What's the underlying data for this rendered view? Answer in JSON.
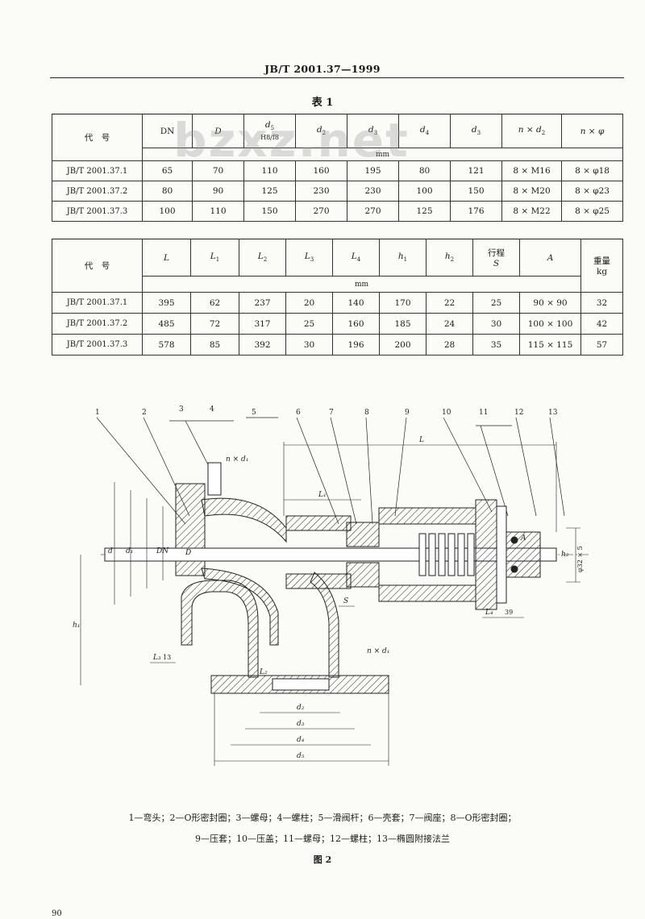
{
  "header": {
    "standard_no": "JB/T 2001.37—1999"
  },
  "table_title": "表 1",
  "watermark": "bzxz.net",
  "table1": {
    "code_header": "代　号",
    "columns": [
      "DN",
      "D",
      "d",
      "d",
      "d",
      "d",
      "d",
      "n × d",
      "n × φ"
    ],
    "subscripts": [
      "",
      "",
      "5",
      "2",
      "3",
      "4",
      "3",
      "2",
      ""
    ],
    "d5_tolerance": "H8/f8",
    "unit": "mm",
    "rows": [
      [
        "JB/T 2001.37.1",
        "65",
        "70",
        "110",
        "160",
        "195",
        "80",
        "121",
        "8 × M16",
        "8 × φ18"
      ],
      [
        "JB/T 2001.37.2",
        "80",
        "90",
        "125",
        "230",
        "230",
        "100",
        "150",
        "8 × M20",
        "8 × φ23"
      ],
      [
        "JB/T 2001.37.3",
        "100",
        "110",
        "150",
        "270",
        "270",
        "125",
        "176",
        "8 × M22",
        "8 × φ25"
      ]
    ]
  },
  "table2": {
    "code_header": "代　号",
    "columns": [
      "L",
      "L",
      "L",
      "L",
      "L",
      "h",
      "h"
    ],
    "subscripts": [
      "",
      "1",
      "2",
      "3",
      "4",
      "1",
      "2"
    ],
    "stroke_label_top": "行程",
    "stroke_label_bottom": "S",
    "col_A": "A",
    "weight_top": "重量",
    "weight_bottom": "kg",
    "unit": "mm",
    "rows": [
      [
        "JB/T 2001.37.1",
        "395",
        "62",
        "237",
        "20",
        "140",
        "170",
        "22",
        "25",
        "90 × 90",
        "32"
      ],
      [
        "JB/T 2001.37.2",
        "485",
        "72",
        "317",
        "25",
        "160",
        "185",
        "24",
        "30",
        "100 × 100",
        "42"
      ],
      [
        "JB/T 2001.37.3",
        "578",
        "85",
        "392",
        "30",
        "196",
        "200",
        "28",
        "35",
        "115 × 115",
        "57"
      ]
    ]
  },
  "figure": {
    "part_numbers": [
      "1",
      "2",
      "3",
      "4",
      "5",
      "6",
      "7",
      "8",
      "9",
      "10",
      "11",
      "12",
      "13"
    ],
    "dim_labels": {
      "L": "L",
      "L1": "L₁",
      "L2": "L₂",
      "L3": "L₃",
      "L4": "L₄",
      "h1": "h₁",
      "h2": "h₂",
      "nxd1_top": "n × d₁",
      "nxd1_bottom": "n × d₁",
      "d_dim": "d",
      "d1": "d₁",
      "d2": "d₂",
      "d3": "d₃",
      "d4": "d₄",
      "d5": "d₅",
      "D": "D",
      "DN": "DN",
      "S": "S",
      "A": "A",
      "dim_13": "13",
      "dim_39": "39",
      "dim_phi": "φ32 × 5"
    }
  },
  "legend_line1": "1—弯头；2—O形密封圈；3—螺母；4—螺柱；5—滑阀杆；6—壳套；7—阀座；8—O形密封圈；",
  "legend_line2": "9—压套；10—压盖；11—螺母；12—螺柱；13—椭圆附接法兰",
  "figure_caption": "图 2",
  "page_number": "90"
}
